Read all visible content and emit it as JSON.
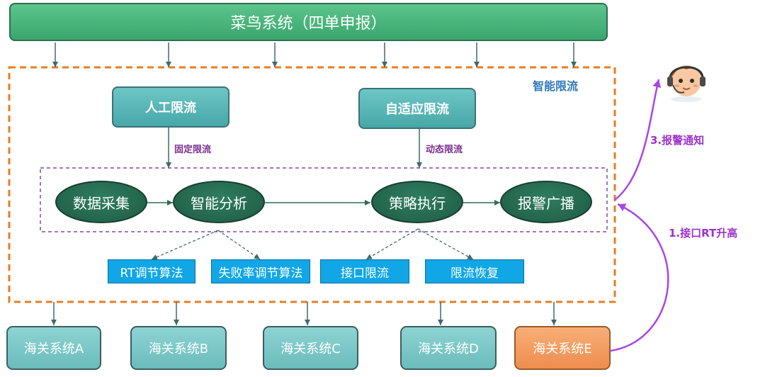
{
  "top_system": "菜鸟系统（四单申报）",
  "frame_label": "智能限流",
  "strategies": [
    {
      "label": "人工限流",
      "note": "固定限流"
    },
    {
      "label": "自适应限流",
      "note": "动态限流"
    }
  ],
  "pipeline": [
    "数据采集",
    "智能分析",
    "策略执行",
    "报警广播"
  ],
  "algorithms": [
    "RT调节算法",
    "失败率调节算法",
    "接口限流",
    "限流恢复"
  ],
  "customs": [
    "海关系统A",
    "海关系统B",
    "海关系统C",
    "海关系统D",
    "海关系统E"
  ],
  "flow_labels": {
    "alert": "3.报警通知",
    "trigger": "1.接口RT升高"
  },
  "colors": {
    "top_bar": "#4bb67d",
    "frame_border": "#e67e22",
    "pipeline_border": "#7b4fa6",
    "node": "#26684f",
    "algo": "#11a6e6",
    "customs": "#7cc8c8",
    "customs_alert": "#f29a5e",
    "flow": "#a846e6"
  }
}
